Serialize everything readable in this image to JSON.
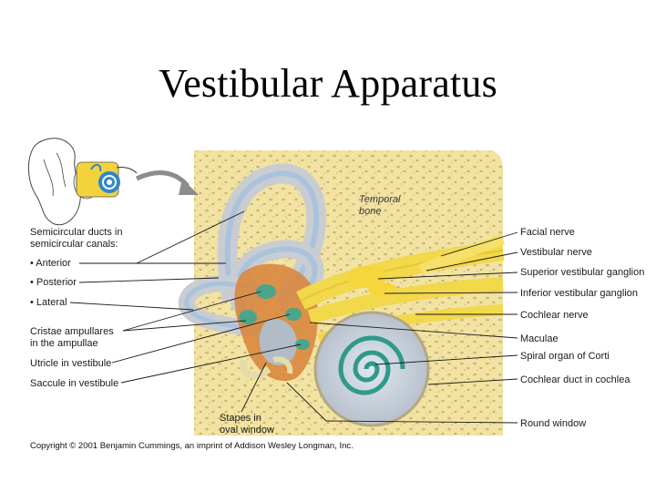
{
  "slide": {
    "title": "Vestibular Apparatus"
  },
  "diagram": {
    "left_labels": {
      "semicircular_line1": "Semicircular ducts in",
      "semicircular_line2": "semicircular canals:",
      "anterior": "• Anterior",
      "posterior": "• Posterior",
      "lateral": "• Lateral",
      "cristae_line1": "Cristae ampullares",
      "cristae_line2": "in the ampullae",
      "utricle": "Utricle in vestibule",
      "saccule": "Saccule in vestibule"
    },
    "bottom_labels": {
      "stapes_line1": "Stapes in",
      "stapes_line2": "oval window"
    },
    "region_labels": {
      "temporal_line1": "Temporal",
      "temporal_line2": "bone"
    },
    "right_labels": {
      "facial_nerve": "Facial nerve",
      "vestibular_nerve": "Vestibular nerve",
      "superior_ganglion": "Superior vestibular ganglion",
      "inferior_ganglion": "Inferior vestibular ganglion",
      "cochlear_nerve": "Cochlear nerve",
      "maculae": "Maculae",
      "spiral_organ": "Spiral organ of Corti",
      "cochlear_duct": "Cochlear duct in cochlea",
      "round_window": "Round window"
    },
    "copyright": "Copyright © 2001 Benjamin Cummings, an imprint of Addison Wesley Longman, Inc.",
    "colors": {
      "bone": "#f2e3a2",
      "bone_pores": "#c9b77a",
      "canal_outer": "#c9cdd2",
      "duct_blue": "#aac3dd",
      "vestibule_orange": "#d9873f",
      "crista_teal": "#4aa58a",
      "nerve_yellow": "#f2d84b",
      "cochlea_spiral": "#2f9a8a"
    },
    "icons": [
      "ear-overview-icon",
      "arrow-icon"
    ]
  }
}
